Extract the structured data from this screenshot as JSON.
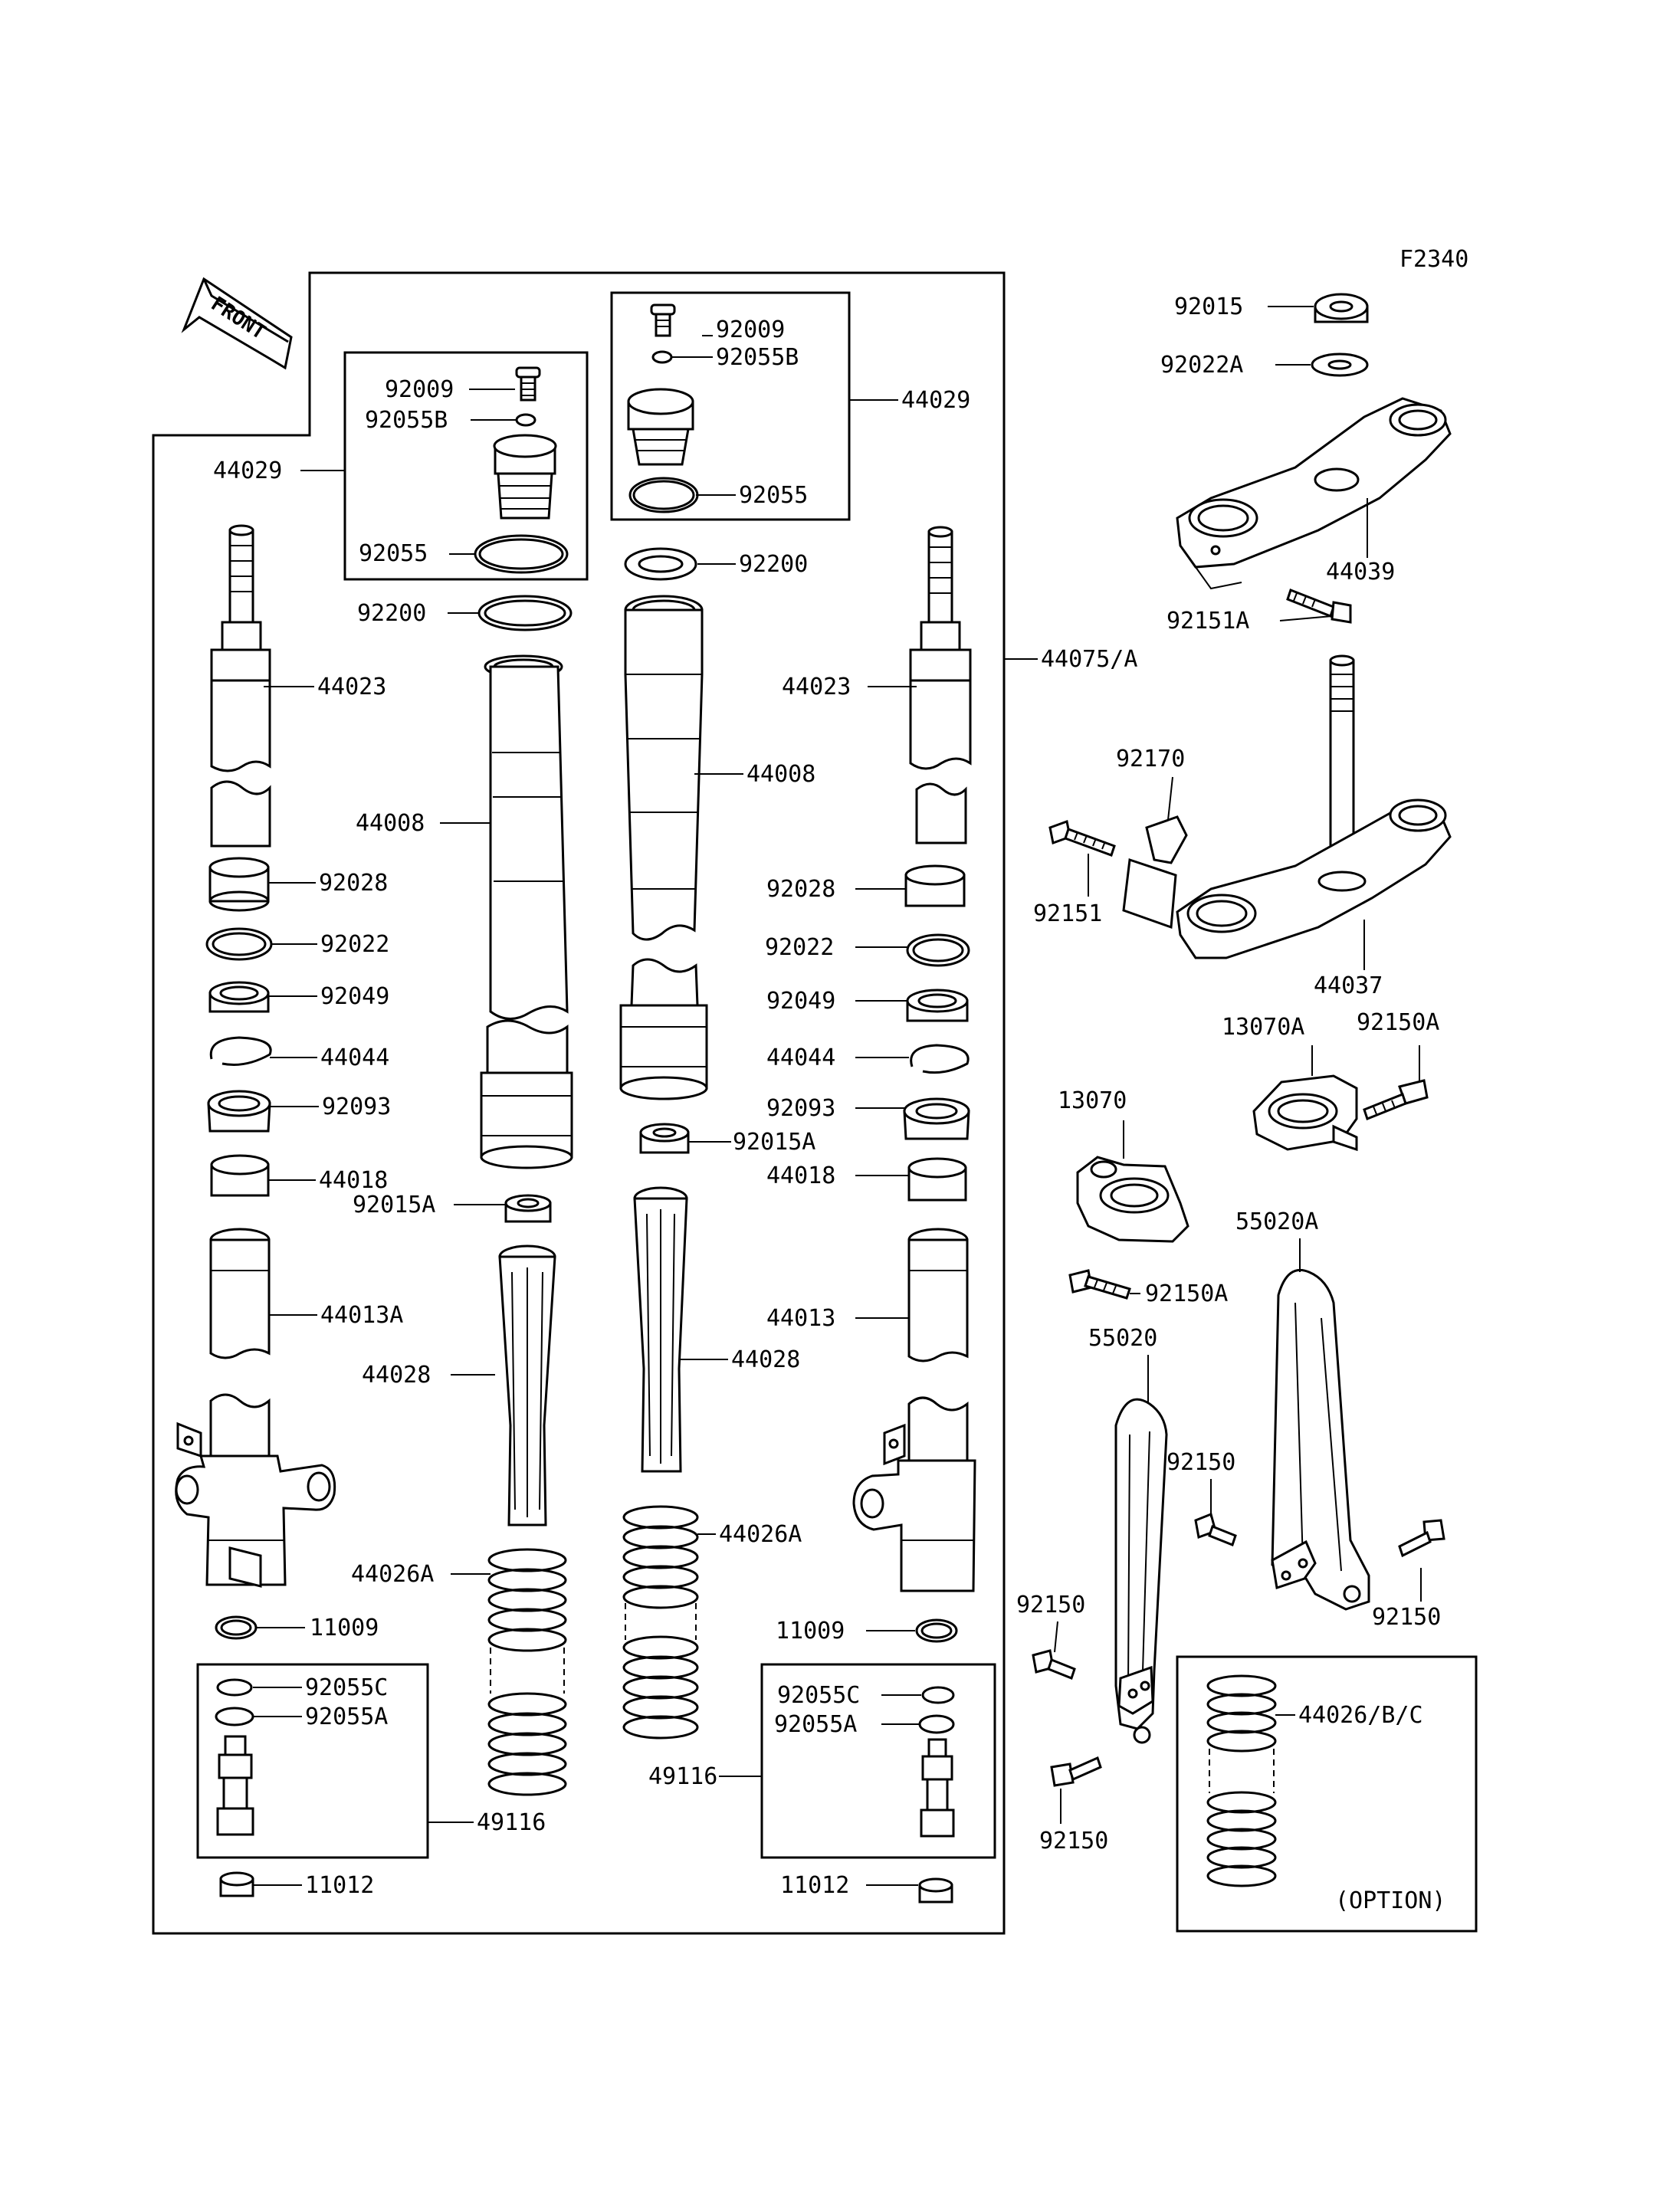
{
  "figure_code": "F2340",
  "front_marker": {
    "label": "FRONT",
    "icon": "front-arrow-icon"
  },
  "option_label": "(OPTION)",
  "labels": {
    "l_92009_left": "92009",
    "l_92055B_left": "92055B",
    "l_44029_left": "44029",
    "l_92055_left": "92055",
    "l_92200_left": "92200",
    "l_44023_left": "44023",
    "l_44008_left": "44008",
    "l_92028_left": "92028",
    "l_92022_left": "92022",
    "l_92049_left": "92049",
    "l_44044_left": "44044",
    "l_92093_left": "92093",
    "l_44018_left": "44018",
    "l_92015A_left": "92015A",
    "l_44013A": "44013A",
    "l_44028_left": "44028",
    "l_44026A_left": "44026A",
    "l_11009_left": "11009",
    "l_92055C_left": "92055C",
    "l_92055A_left": "92055A",
    "l_49116_left": "49116",
    "l_11012_left": "11012",
    "l_92009_mid": "92009",
    "l_92055B_mid": "92055B",
    "l_44029_mid": "44029",
    "l_92055_mid": "92055",
    "l_92200_mid": "92200",
    "l_44008_mid": "44008",
    "l_92015A_mid": "92015A",
    "l_44028_mid": "44028",
    "l_44026A_mid": "44026A",
    "l_49116_mid": "49116",
    "l_44023_right": "44023",
    "l_92028_right": "92028",
    "l_92022_right": "92022",
    "l_92049_right": "92049",
    "l_44044_right": "44044",
    "l_92093_right": "92093",
    "l_44018_right": "44018",
    "l_44013": "44013",
    "l_11009_right": "11009",
    "l_92055C_right": "92055C",
    "l_92055A_right": "92055A",
    "l_11012_right": "11012",
    "l_44075A": "44075/A",
    "l_92015_top": "92015",
    "l_92022A": "92022A",
    "l_44039": "44039",
    "l_92151A": "92151A",
    "l_92170": "92170",
    "l_92151": "92151",
    "l_44037": "44037",
    "l_13070A": "13070A",
    "l_92150A_top": "92150A",
    "l_13070": "13070",
    "l_92150A_bottom": "92150A",
    "l_55020A": "55020A",
    "l_55020": "55020",
    "l_92150_a": "92150",
    "l_92150_b": "92150",
    "l_92150_c": "92150",
    "l_92150_d": "92150",
    "l_44026BC": "44026/B/C"
  }
}
